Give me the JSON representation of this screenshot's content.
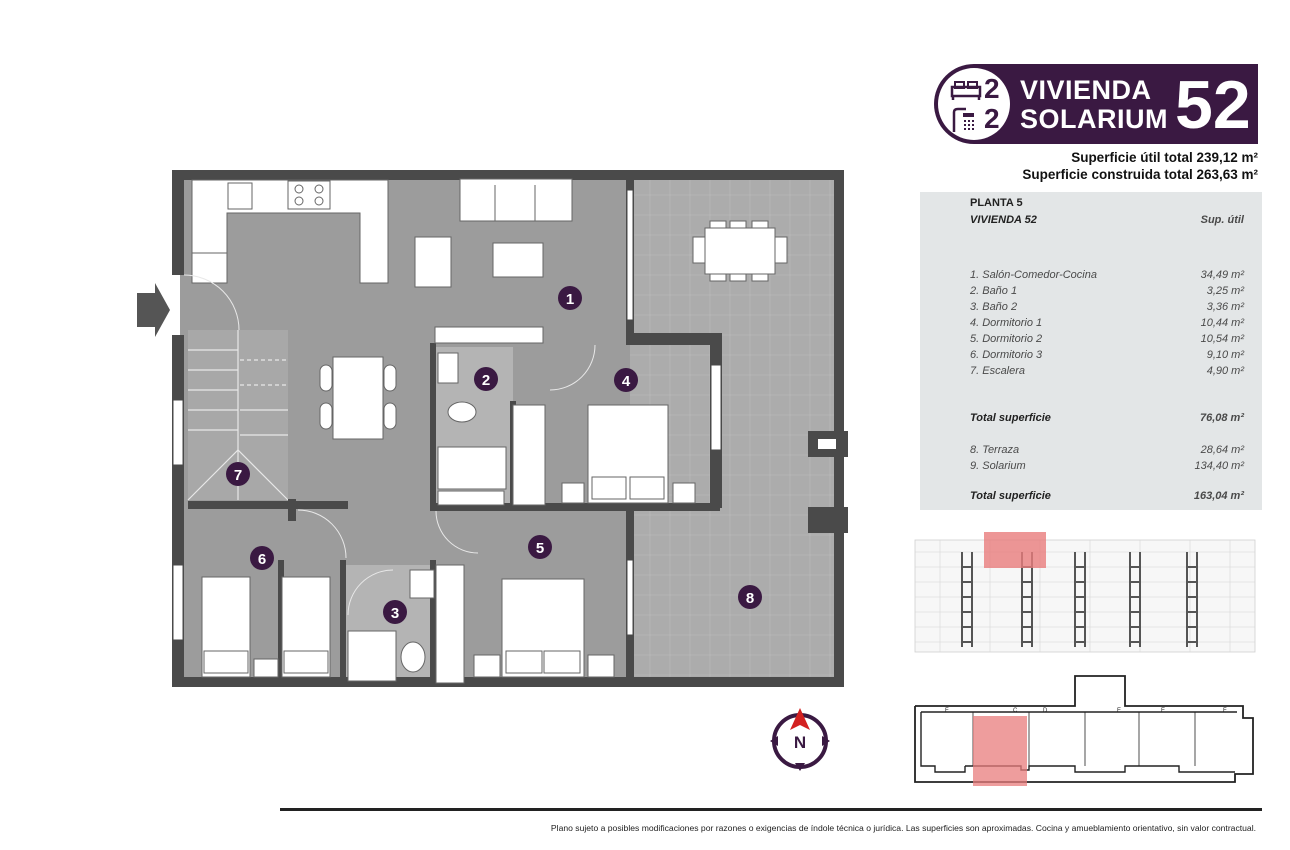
{
  "header": {
    "bedrooms": "2",
    "bathrooms": "2",
    "word_1": "VIVIENDA",
    "word_2": "SOLARIUM",
    "unit_number": "52",
    "bed_icon": "bed-icon",
    "bath_icon": "shower-icon"
  },
  "surfaces": {
    "useful_total": "Superficie útil total 239,12 m²",
    "built_total": "Superficie construida total 263,63 m²"
  },
  "table": {
    "floor": "PLANTA 5",
    "unit": "VIVIENDA 52",
    "column_header": "Sup. útil",
    "rooms": [
      {
        "name": "1. Salón-Comedor-Cocina",
        "area": "34,49 m²"
      },
      {
        "name": "2. Baño 1",
        "area": "3,25 m²"
      },
      {
        "name": "3. Baño 2",
        "area": "3,36 m²"
      },
      {
        "name": "4. Dormitorio 1",
        "area": "10,44 m²"
      },
      {
        "name": "5. Dormitorio 2",
        "area": "10,54 m²"
      },
      {
        "name": "6. Dormitorio 3",
        "area": "9,10 m²"
      },
      {
        "name": "7. Escalera",
        "area": "4,90 m²"
      }
    ],
    "total_1_label": "Total superficie",
    "total_1_value": "76,08 m²",
    "extras": [
      {
        "name": "8. Terraza",
        "area": "28,64 m²"
      },
      {
        "name": "9. Solarium",
        "area": "134,40 m²"
      }
    ],
    "total_2_label": "Total superficie",
    "total_2_value": "163,04 m²"
  },
  "plan": {
    "labels": [
      "1",
      "2",
      "3",
      "4",
      "5",
      "6",
      "7",
      "8"
    ],
    "entrance_icon": "entrance-arrow-icon"
  },
  "key_plan": {
    "letters": [
      "F",
      "C",
      "D",
      "E",
      "E",
      "F"
    ]
  },
  "compass": {
    "letter": "N"
  },
  "colors": {
    "brand": "#3a1942",
    "highlight": "#e87c7c",
    "room_fill": "#9c9c9c",
    "terrace_fill": "#acacac"
  },
  "footer": {
    "note": "Plano sujeto a posibles modificaciones por razones o exigencias de índole técnica o jurídica. Las superficies son aproximadas. Cocina y amueblamiento orientativo, sin valor contractual."
  }
}
